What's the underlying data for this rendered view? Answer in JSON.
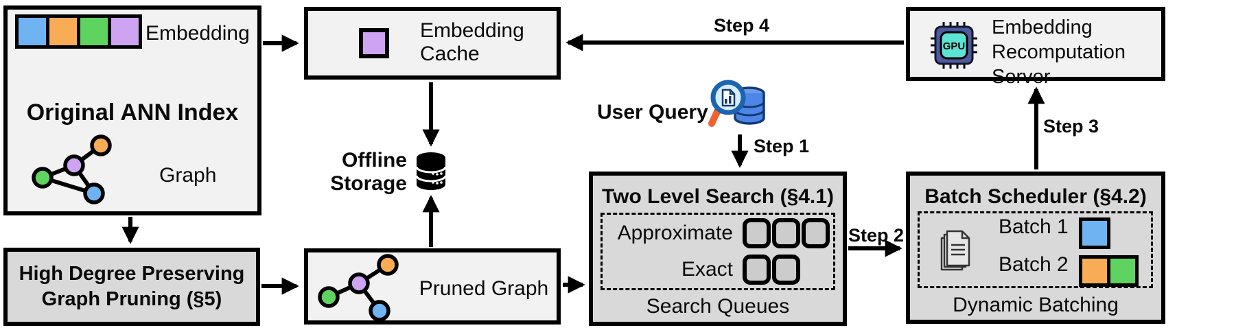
{
  "colors": {
    "node_blue": "#6FB3F2",
    "node_orange": "#F8AC55",
    "node_green": "#5FD35F",
    "node_purple": "#CEA3F2",
    "box_light": "#f2f2f2",
    "box_gray": "#d9d9d9",
    "queue_slot_gray": "#cccccc",
    "outline_black": "#000000",
    "gpu_chip_body": "#4D5A9E",
    "gpu_chip_screen": "#5BE3D4",
    "magnifier_ring_blue": "#1C64B0",
    "magnifier_lens_blue": "#D6EEFB",
    "magnifier_handle_orange": "#F2622E",
    "query_db_blue": "#4E86E8",
    "query_db_outline": "#123A75"
  },
  "original_index": {
    "embedding_label": "Embedding",
    "title": "Original ANN Index",
    "graph_label": "Graph"
  },
  "graph_pruning": {
    "title": "High Degree Preserving\nGraph Pruning (§5)"
  },
  "embedding_cache": {
    "title": "Embedding\nCache"
  },
  "offline_storage": {
    "title": "Offline\nStorage"
  },
  "pruned_graph": {
    "title": "Pruned Graph"
  },
  "user_query": {
    "title": "User Query"
  },
  "steps": {
    "step1": "Step 1",
    "step2": "Step 2",
    "step3": "Step 3",
    "step4": "Step 4"
  },
  "two_level_search": {
    "title": "Two Level Search (§4.1)",
    "row1_label": "Approximate",
    "row2_label": "Exact",
    "approximate_queue_count": 3,
    "exact_queue_count": 2,
    "caption": "Search Queues"
  },
  "batch_scheduler": {
    "title": "Batch Scheduler (§4.2)",
    "batch1_label": "Batch 1",
    "batch2_label": "Batch 2",
    "caption": "Dynamic Batching"
  },
  "recompute_server": {
    "title": "Embedding\nRecomputation\nServer",
    "chip_label": "GPU"
  }
}
